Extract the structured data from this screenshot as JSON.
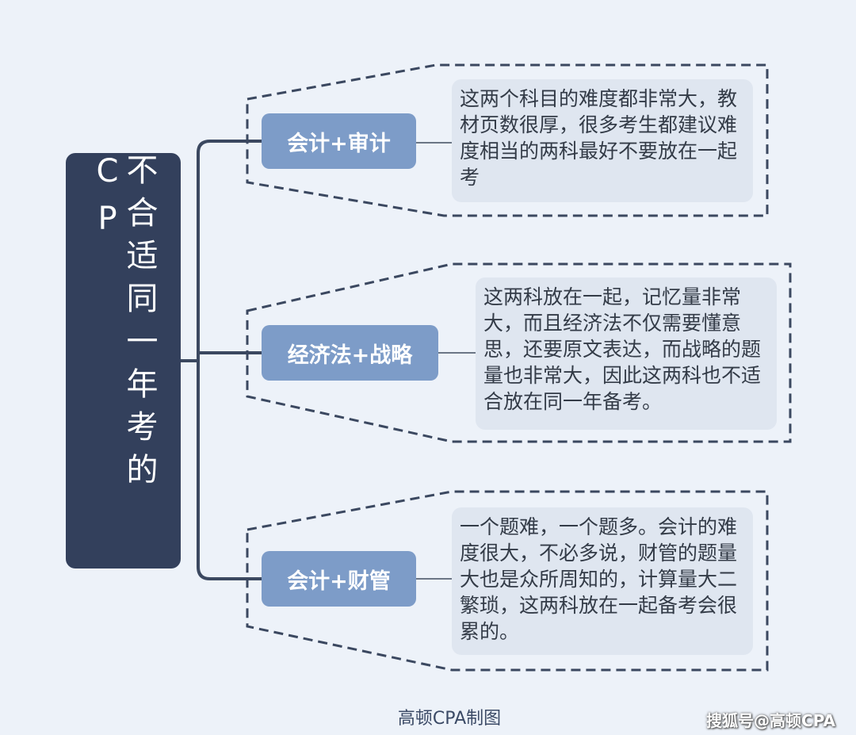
{
  "root": {
    "title": "不合适同一年考的CP"
  },
  "branches": [
    {
      "label": "会计+审计",
      "description": "这两个科目的难度都非常大，教材页数很厚，很多考生都建议难度相当的两科最好不要放在一起考"
    },
    {
      "label": "经济法+战略",
      "description": "这两科放在一起，记忆量非常大，而且经济法不仅需要懂意思，还要原文表达，而战略的题量也非常大，因此这两科也不适合放在同一年备考。"
    },
    {
      "label": "会计+财管",
      "description": "一个题难，一个题多。会计的难度很大，不必多说，财管的题量大也是众所周知的，计算量大二繁琐，这两科放在一起备考会很累的。"
    }
  ],
  "footer": {
    "credit": "高顿CPA制图",
    "brand": "搜狐号@高顿CPA"
  },
  "colors": {
    "background": "#edf2f9",
    "root": "#33405c",
    "node": "#7d9cc8",
    "line": "#3b4860"
  }
}
